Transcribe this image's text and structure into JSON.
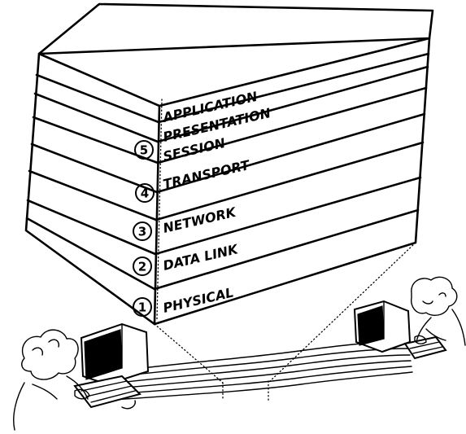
{
  "layers": [
    {
      "name": "APPLICATION",
      "number": ""
    },
    {
      "name": "PRESENTATION",
      "number": ""
    },
    {
      "name": "SESSION",
      "number": "5"
    },
    {
      "name": "TRANSPORT",
      "number": "4"
    },
    {
      "name": "NETWORK",
      "number": "3"
    },
    {
      "name": "DATA LINK",
      "number": "2"
    },
    {
      "name": "PHYSICAL",
      "number": "1"
    }
  ]
}
